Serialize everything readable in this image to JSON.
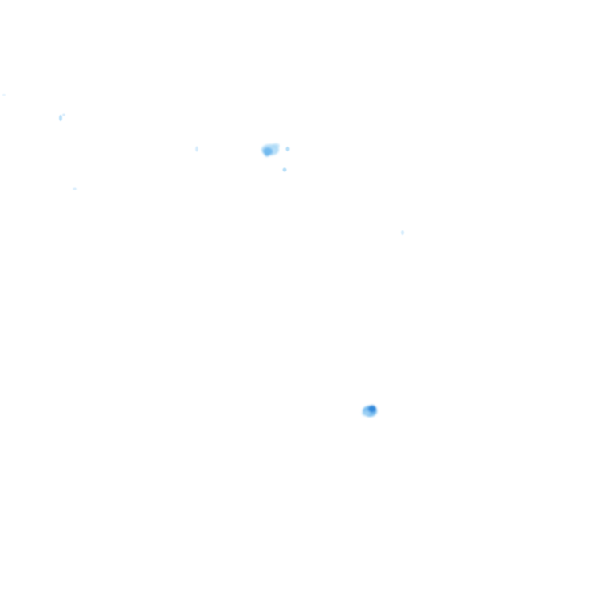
{
  "map": {
    "background_color": "#ffffff",
    "layer": "precipitation-radar-overlay",
    "intensity_colors": {
      "trace": "#cfe9fb",
      "light": "#a9d8f7",
      "moderate": "#6fb8ee",
      "heavy": "#2f86d9"
    },
    "echoes": [
      {
        "id": "echo-cluster-north",
        "intensity": "moderate"
      },
      {
        "id": "echo-cluster-south",
        "intensity": "heavy"
      },
      {
        "id": "echo-speck-west-1",
        "intensity": "trace"
      },
      {
        "id": "echo-speck-west-2",
        "intensity": "trace"
      },
      {
        "id": "echo-speck-central",
        "intensity": "trace"
      },
      {
        "id": "echo-speck-north-east",
        "intensity": "light"
      },
      {
        "id": "echo-speck-north-south",
        "intensity": "light"
      },
      {
        "id": "echo-speck-east",
        "intensity": "trace"
      },
      {
        "id": "echo-speck-far-west",
        "intensity": "trace"
      }
    ]
  }
}
